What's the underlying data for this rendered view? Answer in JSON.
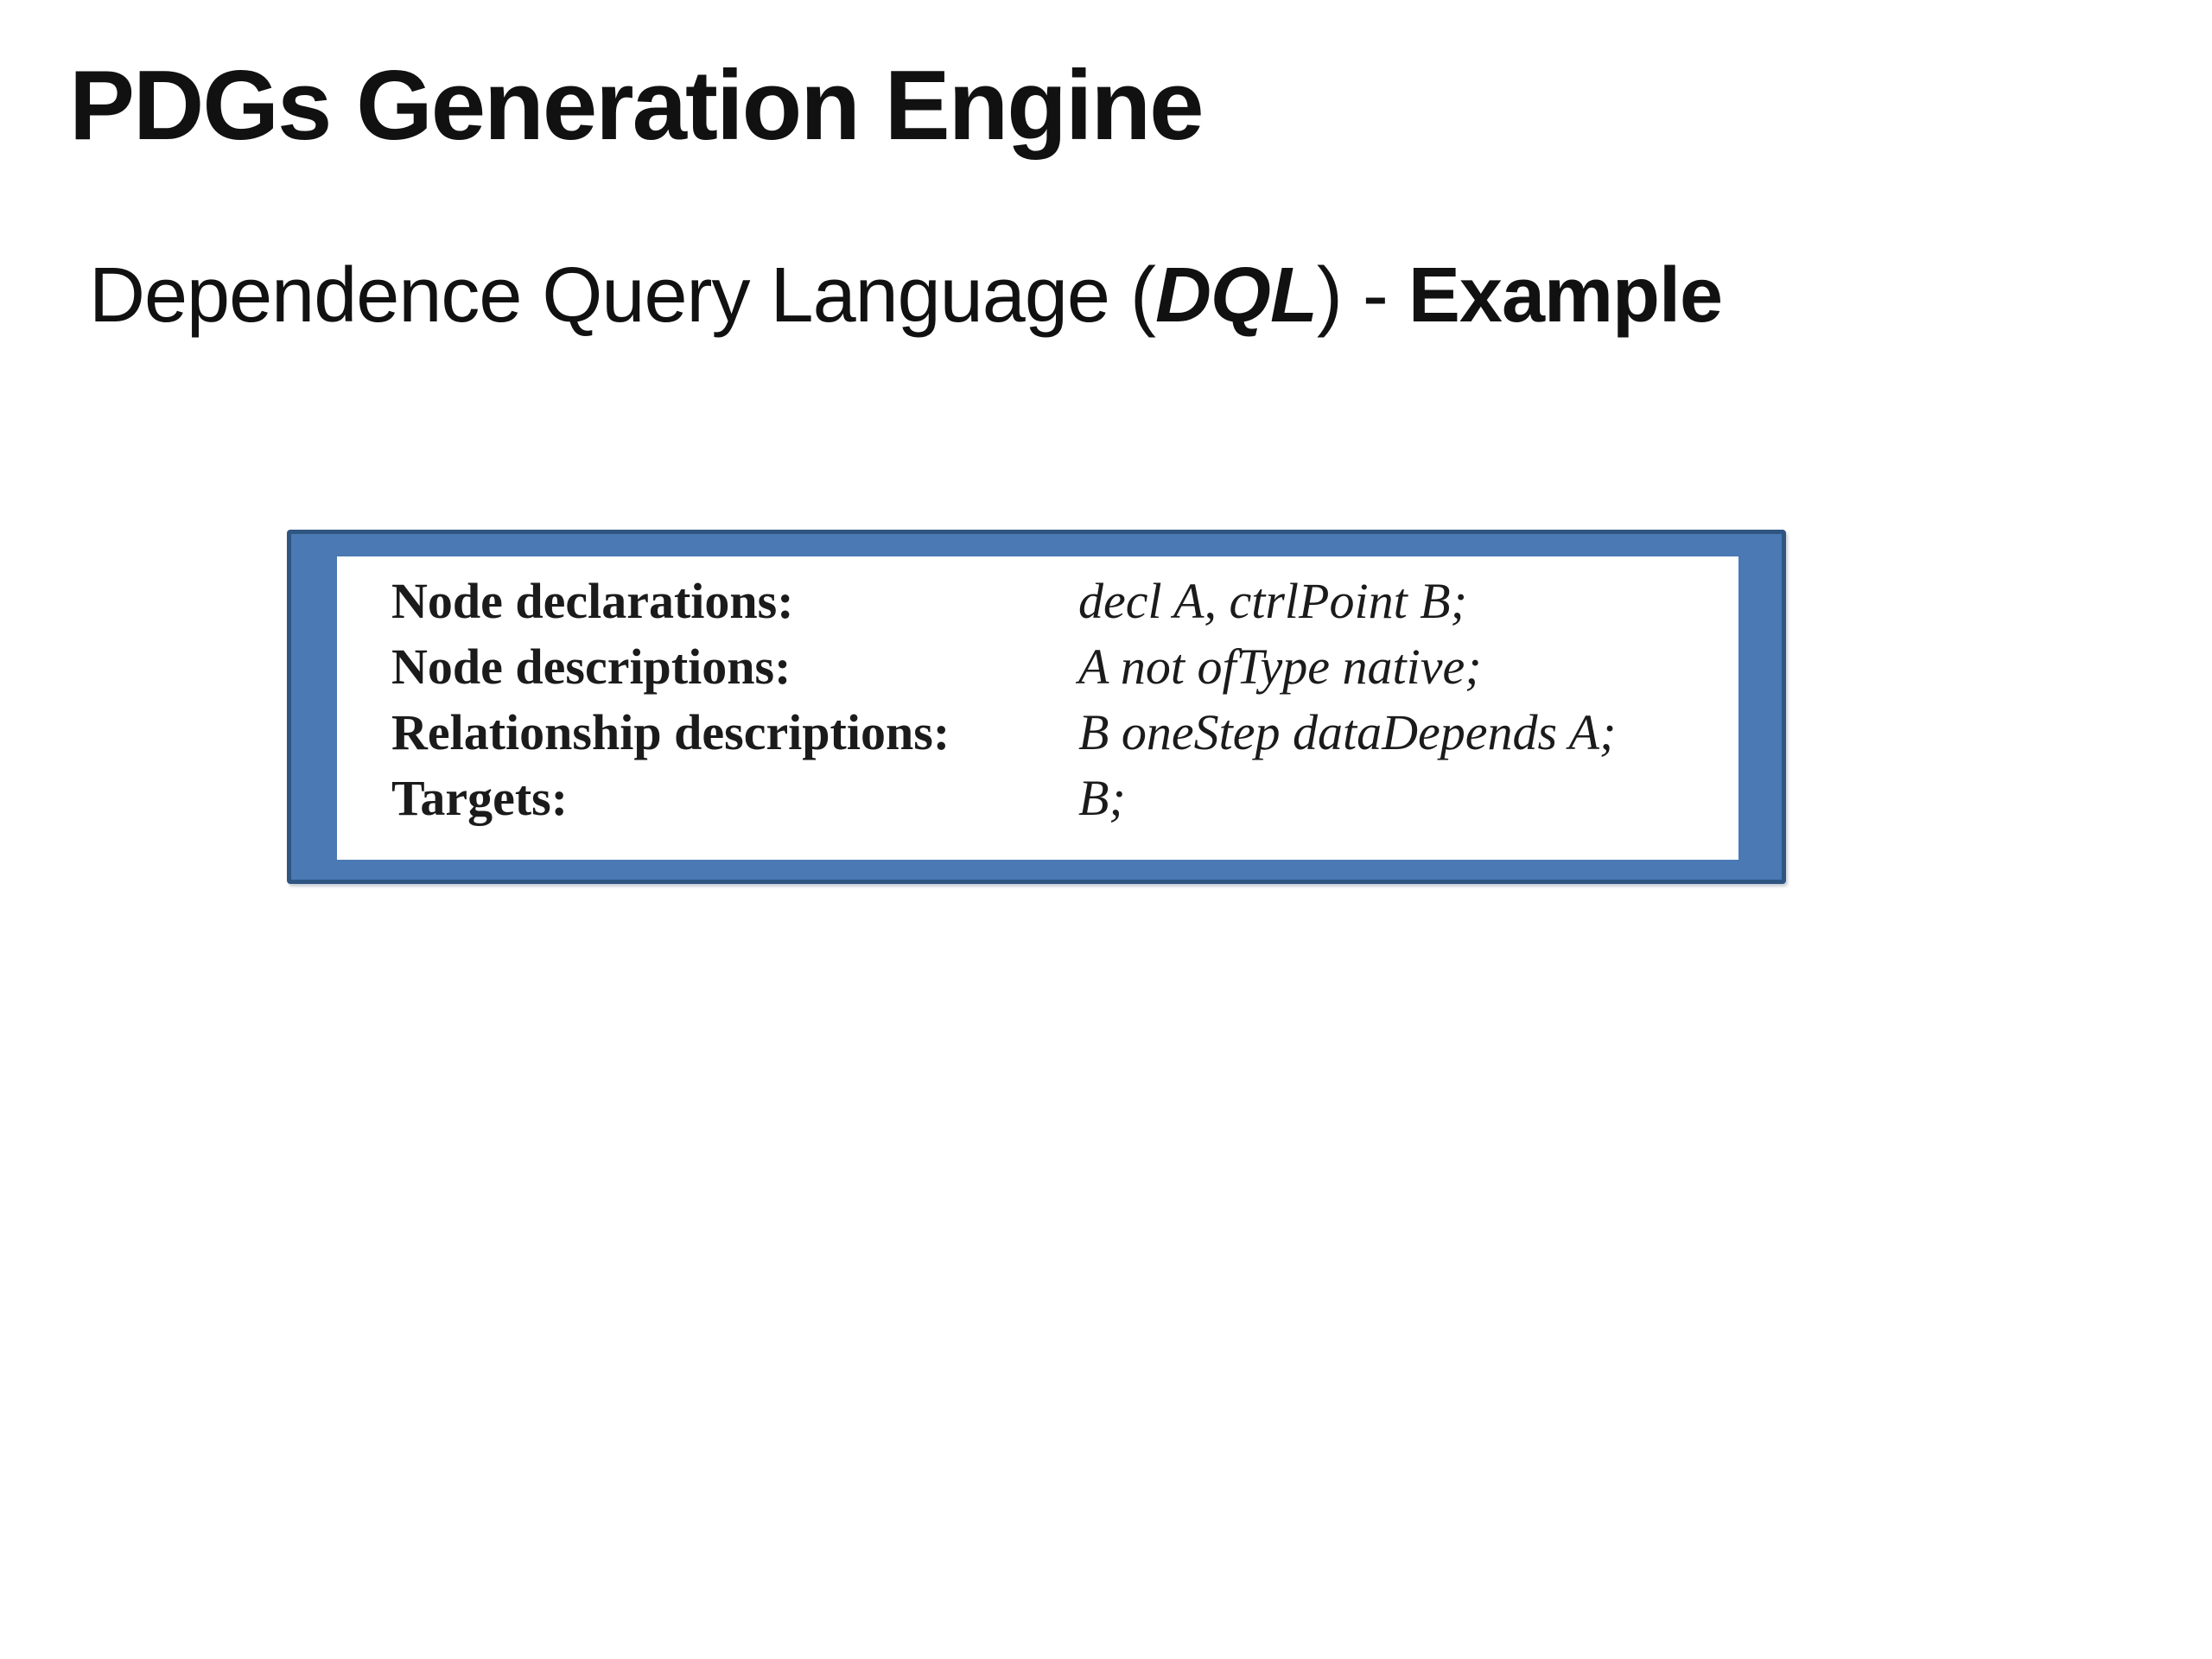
{
  "slide": {
    "title": "PDGs Generation Engine",
    "subtitle": {
      "prefix": "Dependence Query Language (",
      "acronym": "DQL",
      "separator": ") - ",
      "emphasis": "Example"
    },
    "example_box": {
      "rows": [
        {
          "label": "Node declarations:",
          "value": "decl A, ctrlPoint B;"
        },
        {
          "label": "Node descriptions:",
          "value": "A not ofType native;"
        },
        {
          "label": "Relationship descriptions:",
          "value": "B oneStep dataDepends A;"
        },
        {
          "label": "Targets:",
          "value": "B;"
        }
      ]
    },
    "colors": {
      "background": "#ffffff",
      "text": "#111111",
      "frame_fill": "#4a79b4",
      "frame_edge": "#2f5582"
    }
  }
}
